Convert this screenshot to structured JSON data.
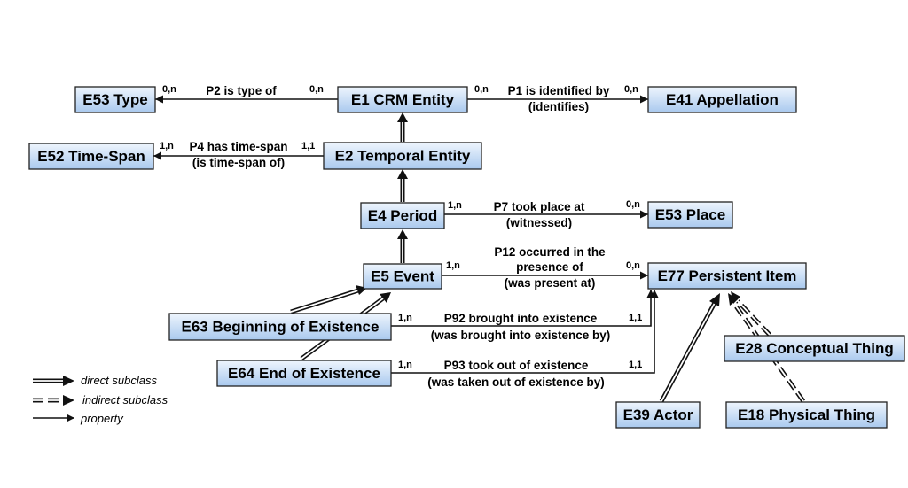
{
  "entities": [
    {
      "id": "e53type",
      "label": "E53 Type"
    },
    {
      "id": "e1",
      "label": "E1 CRM Entity"
    },
    {
      "id": "e41",
      "label": "E41 Appellation"
    },
    {
      "id": "e52",
      "label": "E52 Time-Span"
    },
    {
      "id": "e2",
      "label": "E2 Temporal Entity"
    },
    {
      "id": "e4",
      "label": "E4 Period"
    },
    {
      "id": "e53place",
      "label": "E53 Place"
    },
    {
      "id": "e5",
      "label": "E5 Event"
    },
    {
      "id": "e77",
      "label": "E77 Persistent Item"
    },
    {
      "id": "e63",
      "label": "E63 Beginning of Existence"
    },
    {
      "id": "e64",
      "label": "E64 End of Existence"
    },
    {
      "id": "e28",
      "label": "E28 Conceptual Thing"
    },
    {
      "id": "e39",
      "label": "E39 Actor"
    },
    {
      "id": "e18",
      "label": "E18 Physical Thing"
    }
  ],
  "properties": [
    {
      "id": "p2",
      "lines": [
        "P2 is type of"
      ],
      "card_from": "0,n",
      "card_to": "0,n"
    },
    {
      "id": "p1",
      "lines": [
        "P1 is identified by",
        "(identifies)"
      ],
      "card_from": "0,n",
      "card_to": "0,n"
    },
    {
      "id": "p4",
      "lines": [
        "P4 has time-span",
        "(is time-span of)"
      ],
      "card_from": "1,1",
      "card_to": "1,n"
    },
    {
      "id": "p7",
      "lines": [
        "P7 took place at",
        "(witnessed)"
      ],
      "card_from": "1,n",
      "card_to": "0,n"
    },
    {
      "id": "p12",
      "lines": [
        "P12 occurred in the",
        "presence of",
        "(was present at)"
      ],
      "card_from": "1,n",
      "card_to": "0,n"
    },
    {
      "id": "p92",
      "lines": [
        "P92 brought into existence",
        "(was brought into existence by)"
      ],
      "card_from": "1,n",
      "card_to": "1,1"
    },
    {
      "id": "p93",
      "lines": [
        "P93 took out of existence",
        "(was taken out of existence by)"
      ],
      "card_from": "1,n",
      "card_to": "1,1"
    }
  ],
  "legend": {
    "direct": "direct subclass",
    "indirect": "indirect subclass",
    "property": "property"
  }
}
